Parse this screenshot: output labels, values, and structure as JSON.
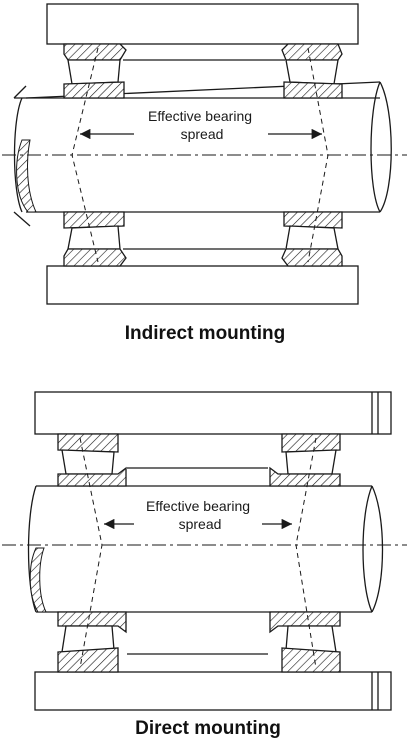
{
  "indirect": {
    "spread_line1": "Effective bearing",
    "spread_line2": "spread",
    "caption": "Indirect mounting"
  },
  "direct": {
    "spread_line1": "Effective bearing",
    "spread_line2": "spread",
    "caption": "Direct mounting"
  }
}
